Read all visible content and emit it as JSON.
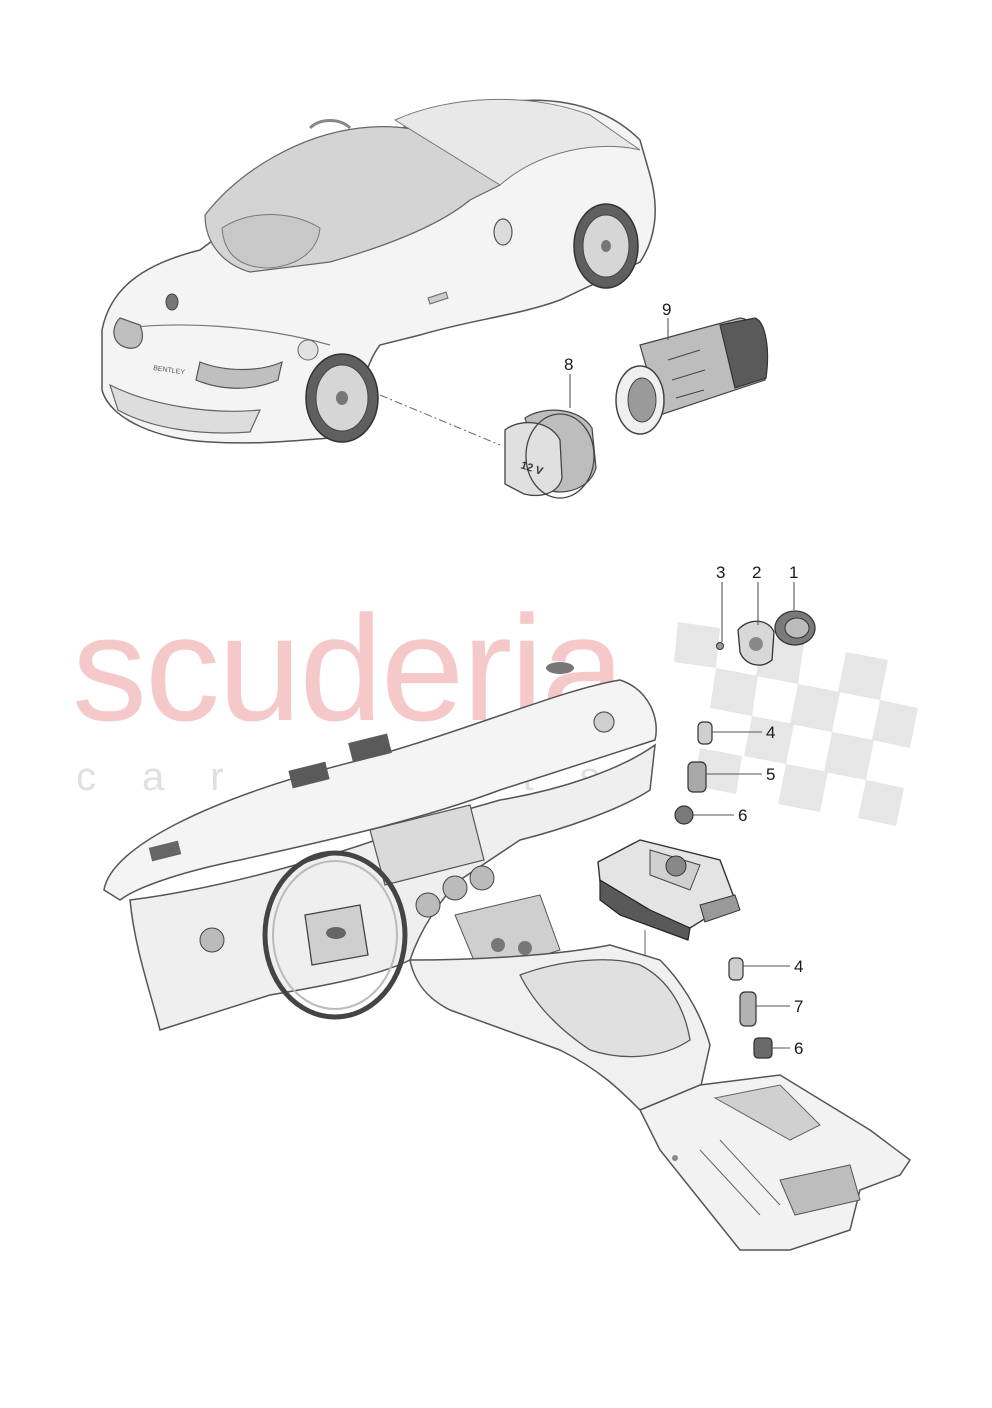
{
  "watermark": {
    "main": "scuderia",
    "sub": "car parts"
  },
  "car_badge": "BENTLEY",
  "socket_label": "12 V",
  "callouts": [
    {
      "id": "c9",
      "label": "9"
    },
    {
      "id": "c8",
      "label": "8"
    },
    {
      "id": "c3",
      "label": "3"
    },
    {
      "id": "c2",
      "label": "2"
    },
    {
      "id": "c1",
      "label": "1"
    },
    {
      "id": "c4a",
      "label": "4"
    },
    {
      "id": "c5",
      "label": "5"
    },
    {
      "id": "c6a",
      "label": "6"
    },
    {
      "id": "c4b",
      "label": "4"
    },
    {
      "id": "c7",
      "label": "7"
    },
    {
      "id": "c6b",
      "label": "6"
    }
  ],
  "colors": {
    "watermark_red": "#f2b8b8",
    "checker_grey": "#e6e6e6"
  }
}
